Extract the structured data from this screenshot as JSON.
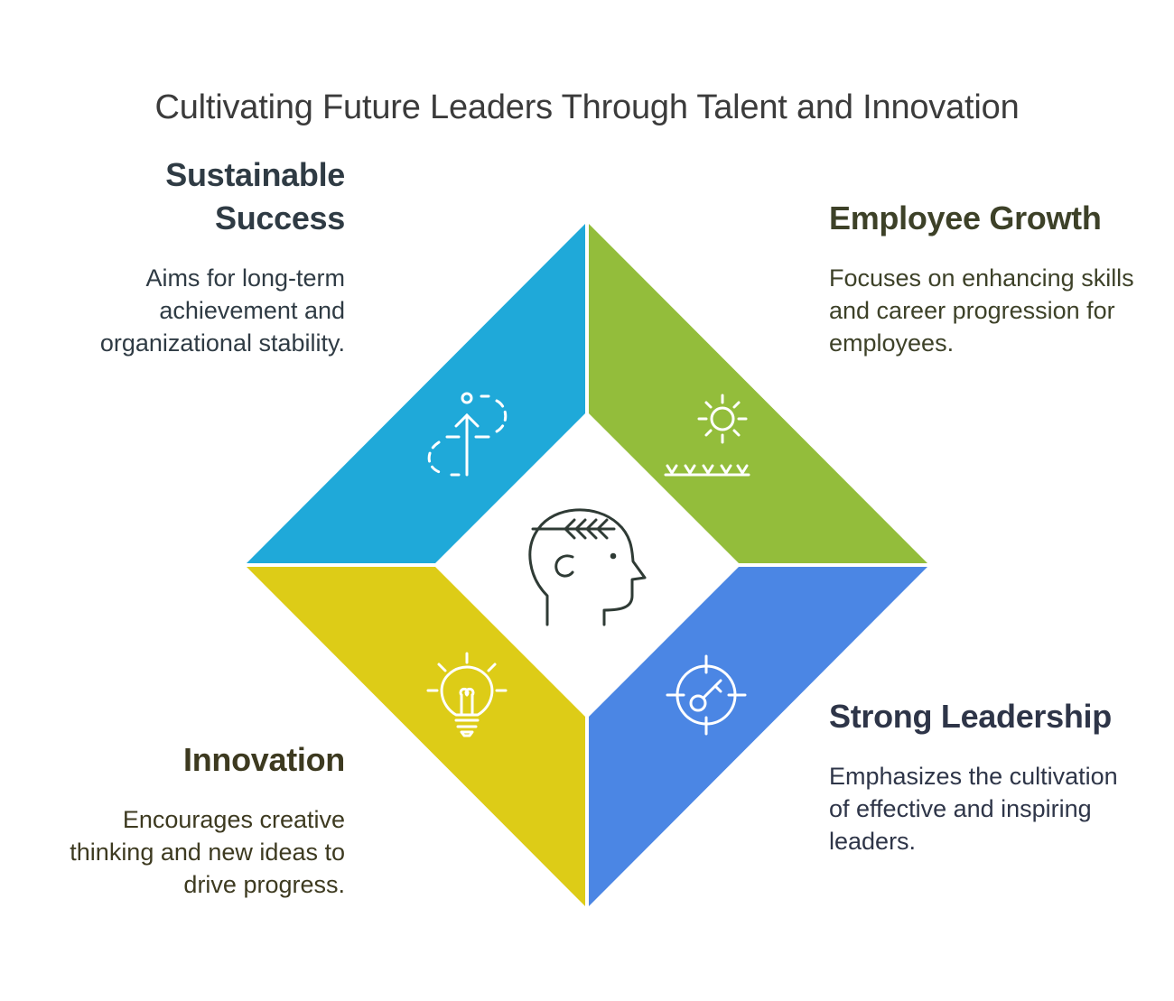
{
  "title": "Cultivating Future Leaders Through Talent and Innovation",
  "colors": {
    "sustainable": "#1FA9D9",
    "growth": "#93BD3B",
    "innovation": "#DDCC17",
    "leadership": "#4B86E4",
    "center_icon": "#2f3b35"
  },
  "center": {
    "icon": "head-with-leaf-icon"
  },
  "segments": [
    {
      "id": "sustainable",
      "heading": "Sustainable Success",
      "description": "Aims for long-term achievement and organizational stability.",
      "icon": "path-up-arrow-icon"
    },
    {
      "id": "growth",
      "heading": "Employee Growth",
      "description": "Focuses on enhancing skills and career progression for employees.",
      "icon": "sun-grass-icon"
    },
    {
      "id": "innovation",
      "heading": "Innovation",
      "description": "Encourages creative thinking and new ideas to drive progress.",
      "icon": "lightbulb-icon"
    },
    {
      "id": "leadership",
      "heading": "Strong Leadership",
      "description": "Emphasizes the cultivation of effective and inspiring leaders.",
      "icon": "target-key-icon"
    }
  ]
}
